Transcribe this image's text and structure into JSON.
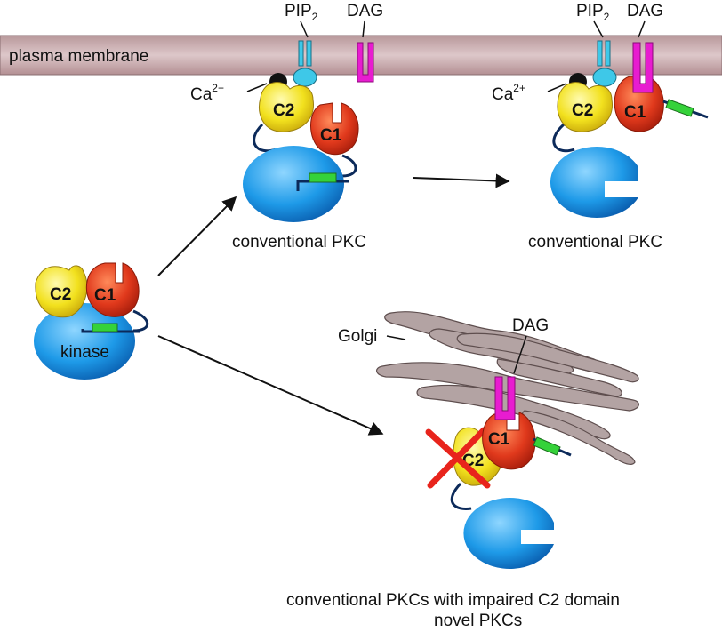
{
  "membrane": {
    "label": "plasma membrane"
  },
  "labels": {
    "pip2_1": "PIP",
    "pip2_sub_1": "2",
    "dag_1": "DAG",
    "pip2_2": "PIP",
    "pip2_sub_2": "2",
    "dag_2": "DAG",
    "ca_1": "Ca",
    "ca_sup_1": "2+",
    "ca_2": "Ca",
    "ca_sup_2": "2+",
    "golgi": "Golgi",
    "dag_golgi": "DAG",
    "kinase": "kinase"
  },
  "domains": {
    "c1": "C1",
    "c2": "C2"
  },
  "captions": {
    "conventional_1": "conventional PKC",
    "conventional_2": "conventional PKC",
    "bottom_line1": "conventional PKCs with impaired C2 domain",
    "bottom_line2": "novel PKCs"
  },
  "colors": {
    "membrane_fill": "#c9aeb1",
    "kinase_blue": "#1e8fe0",
    "c1_red": "#e0391c",
    "c2_yellow": "#f2e11e",
    "dag_magenta": "#e81cd0",
    "pip2_cyan": "#3ec8e8",
    "pseudo_green": "#35d23a",
    "golgi_fill": "#b3a3a3",
    "x_red": "#e8241c"
  }
}
